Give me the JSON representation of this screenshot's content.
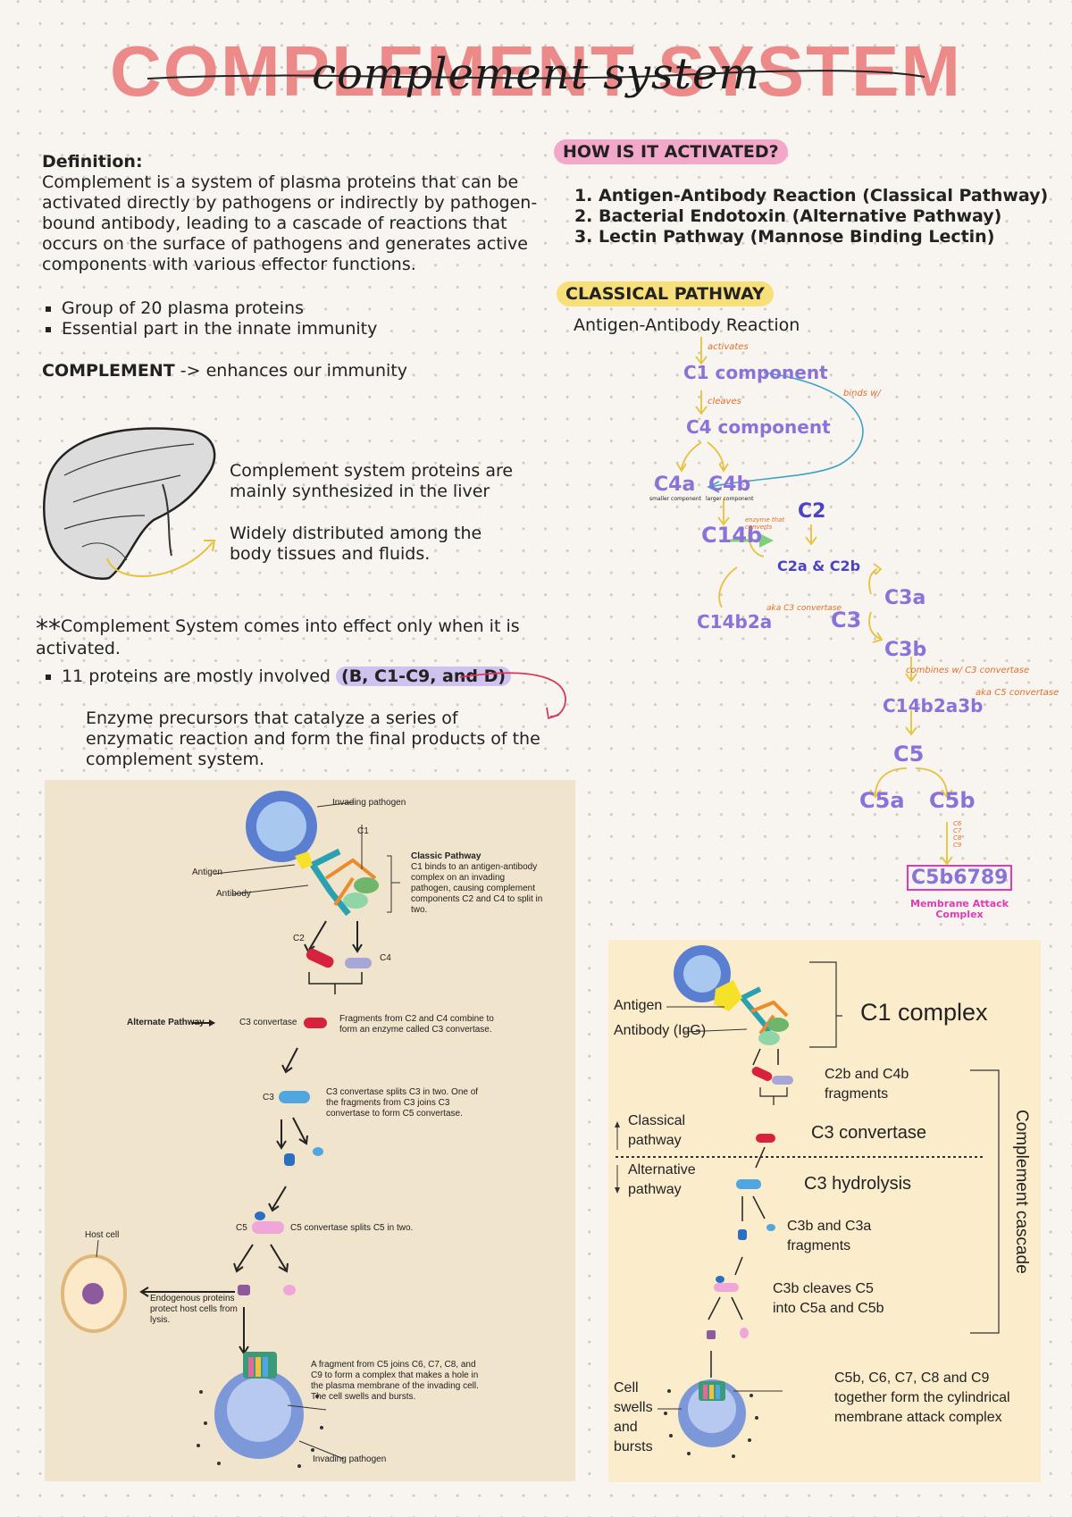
{
  "title": {
    "block": "COMPLEMENT SYSTEM",
    "script": "complement system"
  },
  "definition": {
    "heading": "Definition:",
    "body": "Complement is a system of plasma proteins that can be activated directly by pathogens or indirectly by pathogen-bound antibody, leading to a cascade of reactions that occurs on the surface of pathogens and generates active components with various effector functions.",
    "bullets": [
      "Group of 20 plasma proteins",
      "Essential part in the innate immunity"
    ],
    "complement_label": "COMPLEMENT",
    "complement_text": " -> enhances our immunity"
  },
  "liver": {
    "line1": "Complement system proteins are mainly synthesized in the liver",
    "line2": "Widely distributed among the body tissues and fluids."
  },
  "note": {
    "stars": "**",
    "text": "Complement System comes into effect only when it is activated."
  },
  "proteins": {
    "prefix": "11 proteins are mostly involved ",
    "highlight": "(B, C1-C9, and D)",
    "enzyme_text": "Enzyme precursors that catalyze a series of enzymatic reaction and form the final products of the complement system."
  },
  "activation": {
    "heading": "HOW IS IT ACTIVATED?",
    "items": [
      "Antigen-Antibody Reaction (Classical Pathway)",
      "Bacterial Endotoxin (Alternative Pathway)",
      "Lectin Pathway (Mannose Binding Lectin)"
    ]
  },
  "classical": {
    "heading": "CLASSICAL PATHWAY",
    "start": "Antigen-Antibody Reaction",
    "activates": "activates",
    "c1": "C1 component",
    "cleaves": "cleaves",
    "c4": "C4 component",
    "binds": "binds w/",
    "c4a": "C4a",
    "c4a_note": "smaller component",
    "c4b": "C4b",
    "c4b_note": "larger component",
    "c2": "C2",
    "c14b": "C14b",
    "enzyme_note": "enzyme that converts",
    "c2a_c2b": "C2a & C2b",
    "c14b2a": "C14b2a",
    "c3_conv": "aka C3 convertase",
    "c3": "C3",
    "c3a": "C3a",
    "c3b": "C3b",
    "combines": "combines w/ C3 convertase",
    "c14b2a3b": "C14b2a3b",
    "c5_conv": "aka C5 convertase",
    "c5": "C5",
    "c5a": "C5a",
    "c5b": "C5b",
    "small_list": "C6 C7 C8 C9",
    "mac": "C5b6789",
    "mac_label": "Membrane Attack Complex"
  },
  "fig1": {
    "invading_top": "Invading pathogen",
    "c1": "C1",
    "antigen": "Antigen",
    "antibody": "Antibody",
    "classic_title": "Classic Pathway",
    "classic_text": "C1 binds to an antigen-antibody complex on an invading pathogen, causing complement components C2 and C4 to split in two.",
    "c2": "C2",
    "c4": "C4",
    "alternate": "Alternate Pathway",
    "c3conv": "C3 convertase",
    "c3conv_text": "Fragments from C2 and C4 combine to form an enzyme called C3 convertase.",
    "c3": "C3",
    "c3_text": "C3 convertase splits C3 in two. One of the fragments from C3 joins C3 convertase to form C5 convertase.",
    "c5": "C5",
    "c5_text": "C5 convertase splits C5 in two.",
    "host": "Host cell",
    "endogenous": "Endogenous proteins protect host cells from lysis.",
    "fragment_text": "A fragment from C5 joins C6, C7, C8, and C9 to form a complex that makes a hole in the plasma membrane of the invading cell. The cell swells and bursts.",
    "invading_bottom": "Invading pathogen"
  },
  "fig2": {
    "antigen": "Antigen",
    "antibody": "Antibody (IgG)",
    "c1complex": "C1 complex",
    "c2b_c4b": "C2b and C4b fragments",
    "classical": "Classical pathway",
    "c3conv": "C3 convertase",
    "alternative": "Alternative pathway",
    "c3hyd": "C3 hydrolysis",
    "c3b_c3a": "C3b and C3a fragments",
    "c3b_cleaves": "C3b cleaves C5 into C5a and C5b",
    "cascade": "Complement cascade",
    "cell": "Cell swells and bursts",
    "mac_text": "C5b, C6, C7, C8 and C9 together form the cylindrical membrane attack complex"
  },
  "colors": {
    "title": "#ec8a8a",
    "lavender": "#8a72d9",
    "pink_hl": "#f3a8c9",
    "yellow_hl": "#f7df7a"
  }
}
